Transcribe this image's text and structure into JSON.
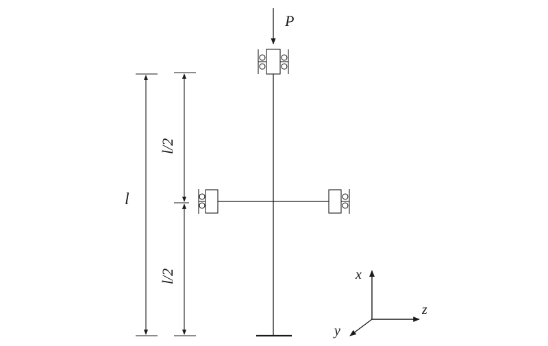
{
  "labels": {
    "load": "P",
    "total_length": "l",
    "upper_half": "l/2",
    "lower_half": "l/2"
  },
  "axes": {
    "x": "x",
    "y": "y",
    "z": "z"
  },
  "colors": {
    "ink": "#1a1a1a",
    "background": "#ffffff"
  }
}
